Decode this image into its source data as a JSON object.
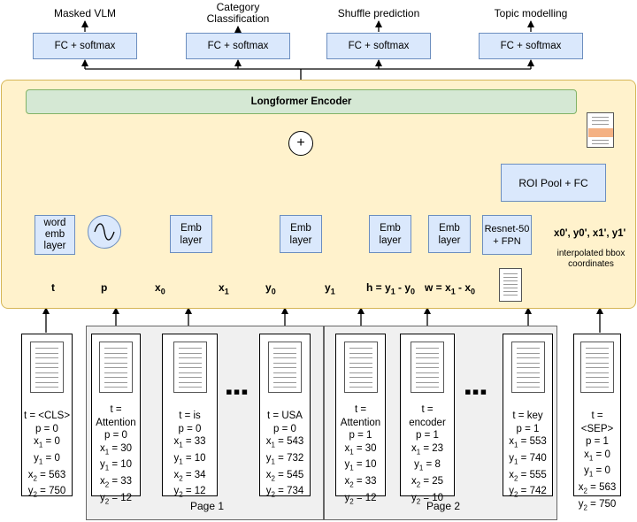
{
  "tasks": [
    {
      "label": "Masked VLM"
    },
    {
      "label_line1": "Category",
      "label_line2": "Classification"
    },
    {
      "label": "Shuffle prediction"
    },
    {
      "label": "Topic modelling"
    }
  ],
  "fc_label": "FC + softmax",
  "encoder": {
    "title": "Longformer Encoder"
  },
  "sum_symbol": "+",
  "roi": {
    "label": "ROI Pool + FC"
  },
  "embedding_layers": {
    "word_emb": {
      "line1": "word",
      "line2": "emb",
      "line3": "layer"
    },
    "emb": {
      "line1": "Emb",
      "line2": "layer"
    },
    "resnet": {
      "line1": "Resnet-50",
      "line2": "+ FPN"
    }
  },
  "inputs": {
    "t": "t",
    "p": "p",
    "x0": "x",
    "x0_sub": "0",
    "x1": "x",
    "x1_sub": "1",
    "y0": "y",
    "y0_sub": "0",
    "y1": "y",
    "y1_sub": "1",
    "h_formula": {
      "a": "h = y",
      "a_sub": "1",
      "b": " - y",
      "b_sub": "0"
    },
    "w_formula": {
      "a": "w = x",
      "a_sub": "1",
      "b": " - x",
      "b_sub": "0"
    },
    "bbox_coords": "x0', y0', x1', y1'",
    "interp_line1": "interpolated bbox",
    "interp_line2": "coordinates"
  },
  "pages": [
    {
      "label": "Page 1"
    },
    {
      "label": "Page 2"
    }
  ],
  "ellipsis": "▪▪▪",
  "tokens": [
    {
      "t": "t = <CLS>",
      "t2": "",
      "p": "p = 0",
      "x1": "0",
      "y1": "0",
      "x2": "563",
      "y2": "750"
    },
    {
      "t": "t =",
      "t2": "Attention",
      "p": "p = 0",
      "x1": "30",
      "y1": "10",
      "x2": "33",
      "y2": "12"
    },
    {
      "t": "t = is",
      "t2": "",
      "p": "p = 0",
      "x1": "33",
      "y1": "10",
      "x2": "34",
      "y2": "12"
    },
    {
      "t": "t = USA",
      "t2": "",
      "p": "p = 0",
      "x1": "543",
      "y1": "732",
      "x2": "545",
      "y2": "734"
    },
    {
      "t": "t =",
      "t2": "Attention",
      "p": "p = 1",
      "x1": "30",
      "y1": "10",
      "x2": "33",
      "y2": "12"
    },
    {
      "t": "t =",
      "t2": "encoder",
      "p": "p = 1",
      "x1": "23",
      "y1": "8",
      "x2": "25",
      "y2": "10"
    },
    {
      "t": "t = key",
      "t2": "",
      "p": "p = 1",
      "x1": "553",
      "y1": "740",
      "x2": "555",
      "y2": "742"
    },
    {
      "t": "t = <SEP>",
      "t2": "",
      "p": "p = 1",
      "x1": "0",
      "y1": "0",
      "x2": "563",
      "y2": "750"
    }
  ],
  "colors": {
    "encoder_bg": "#fff2cc",
    "encoder_border": "#d6b656",
    "longformer_bg": "#d5e8d4",
    "longformer_border": "#82b366",
    "fc_bg": "#dae8fc",
    "fc_border": "#6c8ebf",
    "page_bg": "#f0f0f0",
    "highlight": "#f4b183"
  }
}
